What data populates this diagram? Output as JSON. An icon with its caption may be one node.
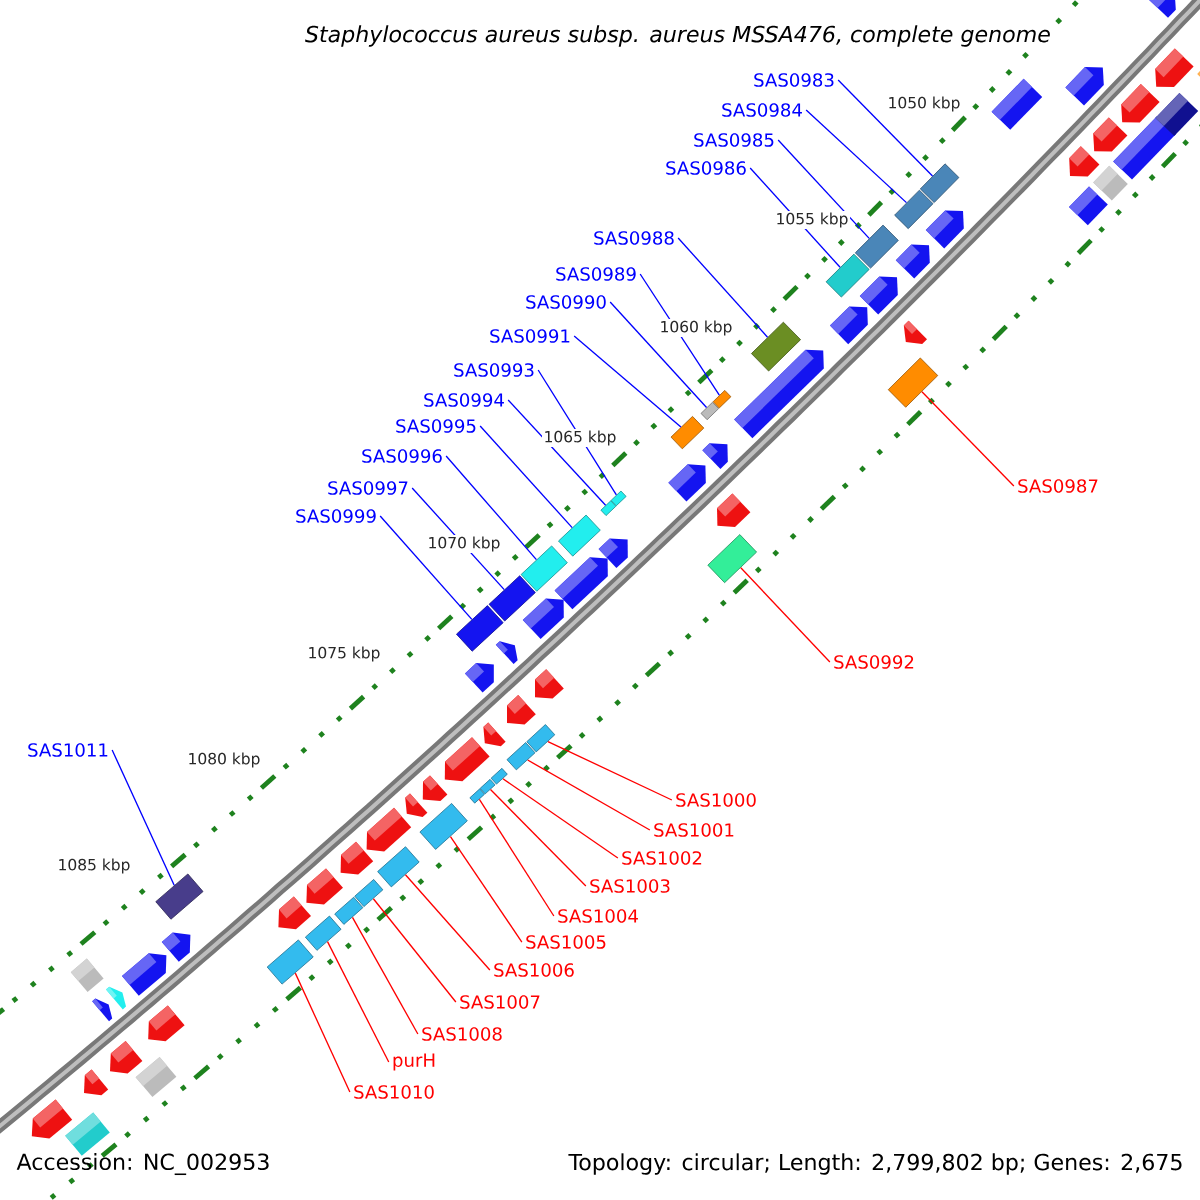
{
  "diagram": {
    "title": "Staphylococcus aureus subsp. aureus MSSA476, complete genome",
    "nodes": [
      {
        "text": [
          "SAS0983"
        ]
      },
      {
        "text": [
          "SAS0984"
        ]
      },
      {
        "text": [
          "SAS0985"
        ]
      },
      {
        "text": [
          "SAS0986"
        ]
      },
      {
        "text": [
          "SAS0988"
        ]
      },
      {
        "text": [
          "SAS0989"
        ]
      },
      {
        "text": [
          "SAS0990"
        ]
      },
      {
        "text": [
          "SAS0991"
        ]
      },
      {
        "text": [
          "SAS0993"
        ]
      },
      {
        "text": [
          "SAS0994"
        ]
      },
      {
        "text": [
          "SAS0995"
        ]
      },
      {
        "text": [
          "SAS0996"
        ]
      },
      {
        "text": [
          "SAS0997"
        ]
      },
      {
        "text": [
          "SAS0999"
        ]
      },
      {
        "text": [
          "SAS0987"
        ]
      },
      {
        "text": [
          "SAS0992"
        ]
      },
      {
        "text": [
          "SAS1011"
        ]
      },
      {
        "text": [
          "SAS1000"
        ]
      },
      {
        "text": [
          "SAS1001"
        ]
      },
      {
        "text": [
          "SAS1002"
        ]
      },
      {
        "text": [
          "SAS1003"
        ]
      },
      {
        "text": [
          "SAS1004"
        ]
      },
      {
        "text": [
          "SAS1005"
        ]
      },
      {
        "text": [
          "SAS1006"
        ]
      },
      {
        "text": [
          "SAS1007"
        ]
      },
      {
        "text": [
          "SAS1008"
        ]
      },
      {
        "text": [
          "purH"
        ]
      },
      {
        "text": [
          "SAS1010"
        ]
      },
      {
        "text": [],
        "shape": "box"
      },
      {
        "text": [],
        "shape": "box"
      },
      {
        "text": [],
        "shape": "box"
      },
      {
        "text": [],
        "shape": "box"
      },
      {
        "text": [],
        "shape": "box"
      },
      {
        "text": [],
        "shape": "box"
      },
      {
        "text": [],
        "shape": "box"
      },
      {
        "text": [],
        "shape": "box"
      },
      {
        "text": [],
        "shape": "box"
      },
      {
        "text": [],
        "shape": "box"
      },
      {
        "text": [],
        "shape": "box"
      },
      {
        "text": [],
        "shape": "box"
      },
      {
        "text": [],
        "shape": "box"
      },
      {
        "text": [],
        "shape": "box"
      },
      {
        "text": [],
        "shape": "box"
      },
      {
        "text": [],
        "shape": "box"
      },
      {
        "text": [],
        "shape": "box"
      },
      {
        "text": [],
        "shape": "box"
      },
      {
        "text": [],
        "shape": "box"
      },
      {
        "text": [],
        "shape": "box"
      },
      {
        "text": [],
        "shape": "box"
      },
      {
        "text": [],
        "shape": "box"
      },
      {
        "text": [],
        "shape": "box"
      },
      {
        "text": [],
        "shape": "box"
      },
      {
        "text": [],
        "shape": "box"
      },
      {
        "text": [],
        "shape": "box"
      },
      {
        "text": [],
        "shape": "box"
      },
      {
        "text": [],
        "shape": "box"
      }
    ],
    "edges": [
      {
        "from": 0,
        "to": 28,
        "arrow": "none"
      },
      {
        "from": 1,
        "to": 29,
        "arrow": "none"
      },
      {
        "from": 2,
        "to": 30,
        "arrow": "none"
      },
      {
        "from": 3,
        "to": 31,
        "arrow": "none"
      },
      {
        "from": 4,
        "to": 32,
        "arrow": "none"
      },
      {
        "from": 5,
        "to": 33,
        "arrow": "none"
      },
      {
        "from": 6,
        "to": 34,
        "arrow": "none"
      },
      {
        "from": 7,
        "to": 35,
        "arrow": "none"
      },
      {
        "from": 8,
        "to": 36,
        "arrow": "none"
      },
      {
        "from": 9,
        "to": 37,
        "arrow": "none"
      },
      {
        "from": 10,
        "to": 38,
        "arrow": "none"
      },
      {
        "from": 11,
        "to": 39,
        "arrow": "none"
      },
      {
        "from": 12,
        "to": 40,
        "arrow": "none"
      },
      {
        "from": 13,
        "to": 41,
        "arrow": "none"
      },
      {
        "from": 14,
        "to": 42,
        "arrow": "none",
        "color": "#ff0000"
      },
      {
        "from": 15,
        "to": 43,
        "arrow": "none",
        "color": "#ff0000"
      },
      {
        "from": 16,
        "to": 44,
        "arrow": "none"
      },
      {
        "from": 17,
        "to": 45,
        "arrow": "none",
        "color": "#ff0000"
      },
      {
        "from": 18,
        "to": 46,
        "arrow": "none",
        "color": "#ff0000"
      },
      {
        "from": 19,
        "to": 47,
        "arrow": "none",
        "color": "#ff0000"
      },
      {
        "from": 20,
        "to": 48,
        "arrow": "none",
        "color": "#ff0000"
      },
      {
        "from": 21,
        "to": 49,
        "arrow": "none",
        "color": "#ff0000"
      },
      {
        "from": 22,
        "to": 50,
        "arrow": "none",
        "color": "#ff0000"
      },
      {
        "from": 23,
        "to": 51,
        "arrow": "none",
        "color": "#ff0000"
      },
      {
        "from": 24,
        "to": 52,
        "arrow": "none",
        "color": "#ff0000"
      },
      {
        "from": 25,
        "to": 53,
        "arrow": "none",
        "color": "#ff0000"
      },
      {
        "from": 26,
        "to": 54,
        "arrow": "none",
        "color": "#ff0000"
      },
      {
        "from": 27,
        "to": 55,
        "arrow": "none",
        "color": "#ff0000"
      }
    ],
    "labels": [
      "1050 kbp",
      "1055 kbp",
      "1060 kbp",
      "1065 kbp",
      "1070 kbp",
      "1075 kbp",
      "1080 kbp",
      "1085 kbp",
      "Accession: NC_002953",
      "Topology: circular; Length: 2,799,802 bp; Genes: 2,675"
    ]
  }
}
